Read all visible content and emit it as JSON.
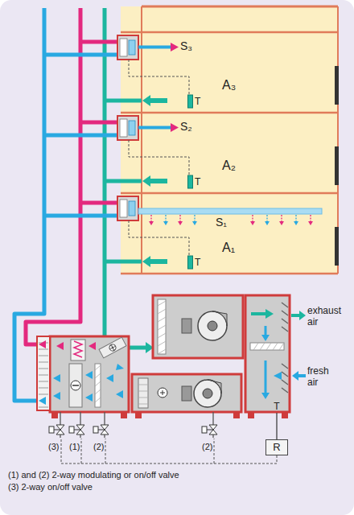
{
  "diagram": {
    "nodes": [
      {
        "text": [
          "A₃"
        ]
      },
      {
        "text": [
          "T"
        ],
        "in": 0
      },
      {
        "text": [
          "A₂"
        ]
      },
      {
        "text": [
          "T"
        ],
        "in": 2
      },
      {
        "text": [
          "A₁"
        ]
      },
      {
        "text": [
          "T"
        ],
        "in": 4
      },
      {
        "text": [
          "R"
        ]
      },
      {
        "text": [
          "T"
        ]
      }
    ],
    "edges": [
      {
        "from": 7,
        "to": 6,
        "arrow": "none"
      }
    ],
    "labels": [
      "S₃",
      "S₂",
      "S₁",
      "exhaust air",
      "fresh air",
      "(3)",
      "(1)",
      "(2)",
      "(2)",
      "(1) and (2) 2-way modulating or on/off valve",
      "(3) 2-way on/off valve"
    ]
  }
}
